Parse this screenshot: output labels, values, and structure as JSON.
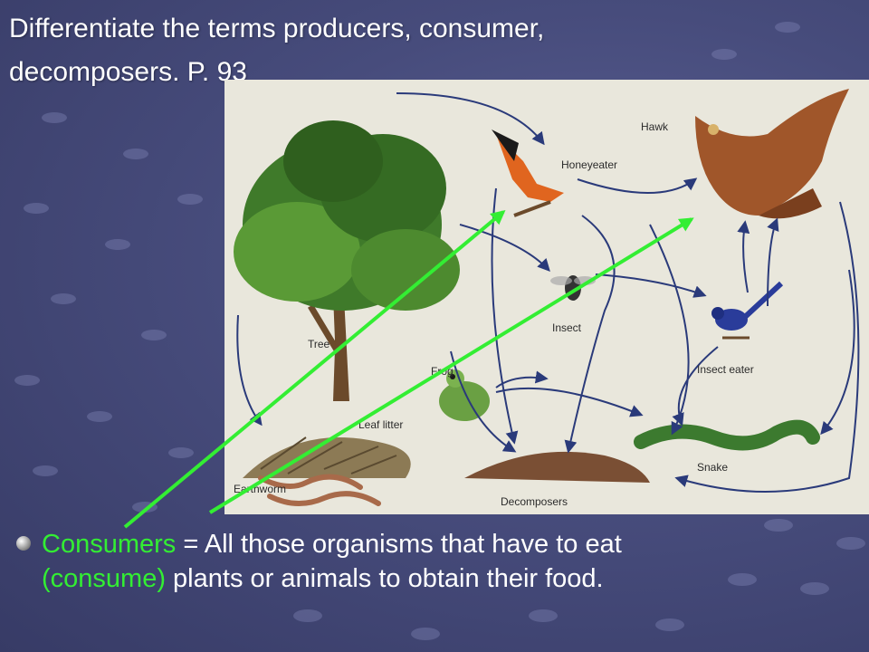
{
  "slide": {
    "title": "Differentiate the terms producers, consumer, decomposers.  P. 93",
    "bullet": {
      "term": "Consumers",
      "part1": " = All those organisms that have to eat ",
      "highlight": "(consume)",
      "part2": " plants or animals to obtain their food."
    }
  },
  "diagram": {
    "labels": {
      "hawk": "Hawk",
      "honeyeater": "Honeyeater",
      "insect": "Insect",
      "insect_eater": "Insect eater",
      "tree": "Tree",
      "frog": "Frog",
      "leaf_litter": "Leaf litter",
      "snake": "Snake",
      "earthworm": "Earthworm",
      "decomposers": "Decomposers"
    }
  },
  "colors": {
    "background": "#474c7c",
    "title_text": "#ffffff",
    "highlight_green": "#33ee33",
    "arrow_blue": "#2a3a7a",
    "figure_bg": "#e9e7dc"
  }
}
